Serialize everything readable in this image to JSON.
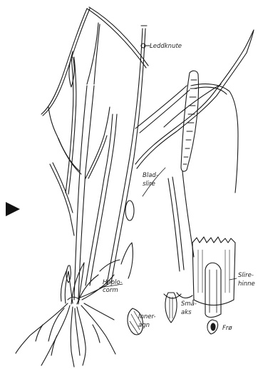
{
  "figure": {
    "labels": {
      "leddknute": "Leddknute",
      "bladslire_line1": "Blad-",
      "bladslire_line2": "slire",
      "haplocorm_line1": "Haplo-",
      "haplocorm_line2": "corm",
      "innerage_line1": "Inner-",
      "innerage_line2": "agn",
      "smaaks_line1": "Små-",
      "smaaks_line2": "aks",
      "fro": "Frø",
      "slirehinne_line1": "Slire-",
      "slirehinne_line2": "hinne"
    },
    "pointer_icon": "triangle-right-icon",
    "ink_color": "#1a1a1a",
    "paper_color": "#ffffff"
  }
}
